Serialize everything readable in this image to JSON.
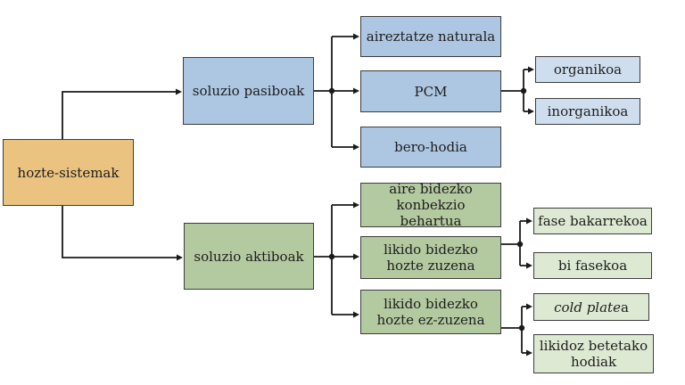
{
  "colors": {
    "root_fill": "#ebc380",
    "blue_fill": "#adc6e2",
    "blue_light_fill": "#cfdeee",
    "green_fill": "#b3c9a0",
    "green_light_fill": "#dde9d3",
    "border_color": "#3d3d3d",
    "line_color": "#1a1a1a"
  },
  "tree": {
    "root": {
      "label": "hozte-sistemak"
    },
    "branches": [
      {
        "label": "soluzio pasiboak",
        "children": [
          {
            "label": "aireztatze naturala",
            "children": []
          },
          {
            "label": "PCM",
            "children": [
              {
                "label": "organikoa"
              },
              {
                "label": "inorganikoa"
              }
            ]
          },
          {
            "label": "bero-hodia",
            "children": []
          }
        ]
      },
      {
        "label": "soluzio aktiboak",
        "children": [
          {
            "label": "aire bidezko konbekzio behartua",
            "children": []
          },
          {
            "label": "likido bidezko hozte zuzena",
            "children": [
              {
                "label": "fase bakarrekoa"
              },
              {
                "label": "bi fasekoa"
              }
            ]
          },
          {
            "label": "likido bidezko hozte ez-zuzena",
            "children": [
              {
                "label_italic": "cold plate",
                "label_suffix": "a"
              },
              {
                "label": "likidoz betetako hodiak"
              }
            ]
          }
        ]
      }
    ]
  }
}
